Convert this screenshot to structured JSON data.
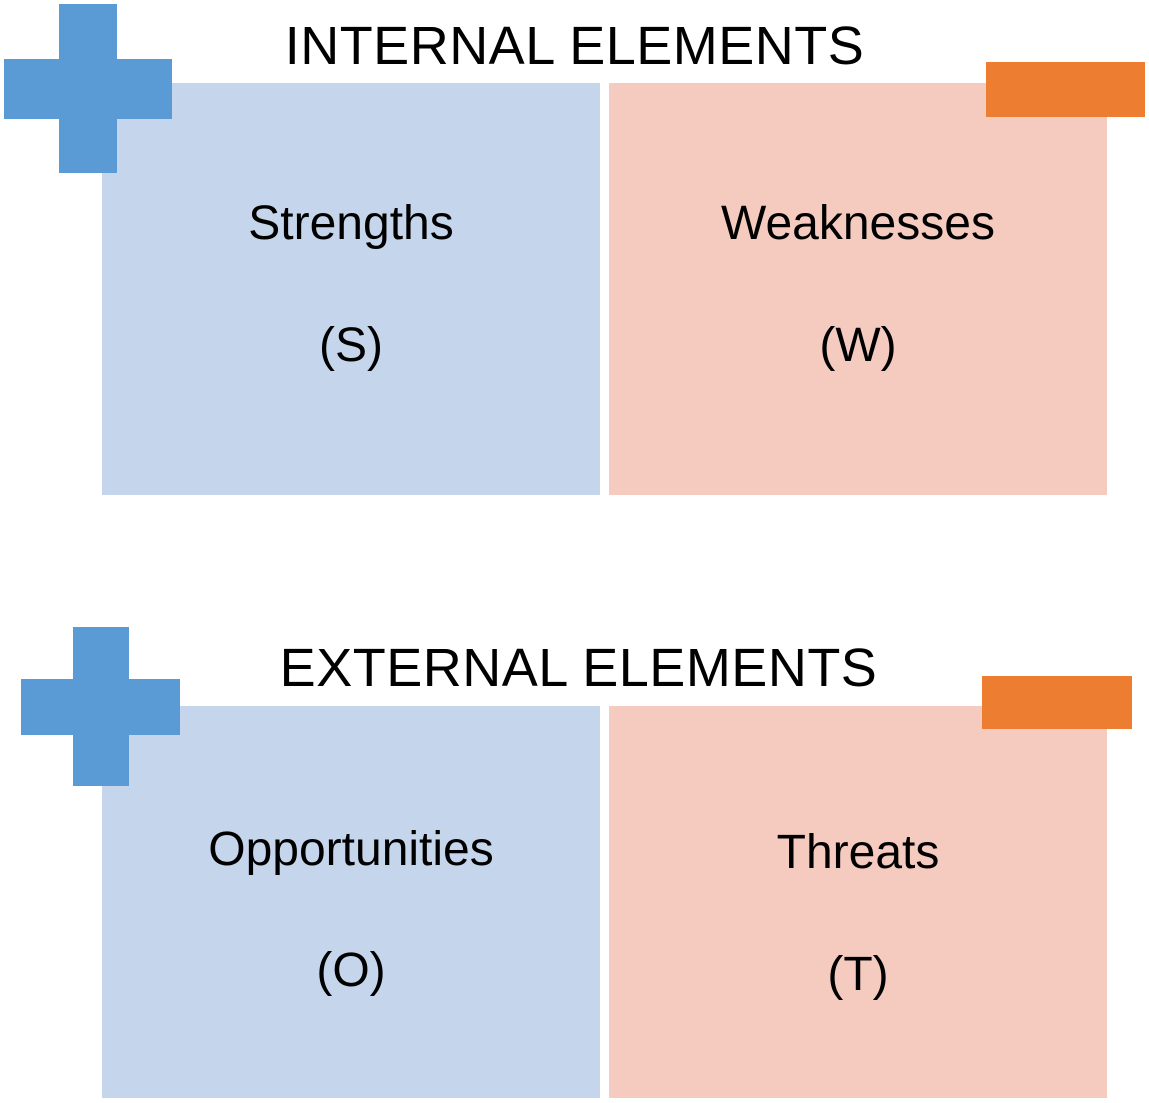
{
  "colors": {
    "positive_fill": "#c5d5eb",
    "negative_fill": "#f6cbbf",
    "plus_icon": "#5b9bd5",
    "minus_icon": "#ed7d31"
  },
  "internal": {
    "title": "INTERNAL ELEMENTS",
    "strengths": {
      "name": "Strengths",
      "letter": "(S)"
    },
    "weaknesses": {
      "name": "Weaknesses",
      "letter": "(W)"
    }
  },
  "external": {
    "title": "EXTERNAL ELEMENTS",
    "opportunities": {
      "name": "Opportunities",
      "letter": "(O)"
    },
    "threats": {
      "name": "Threats",
      "letter": "(T)"
    }
  },
  "icons": {
    "positive": "plus-icon",
    "negative": "minus-icon"
  }
}
